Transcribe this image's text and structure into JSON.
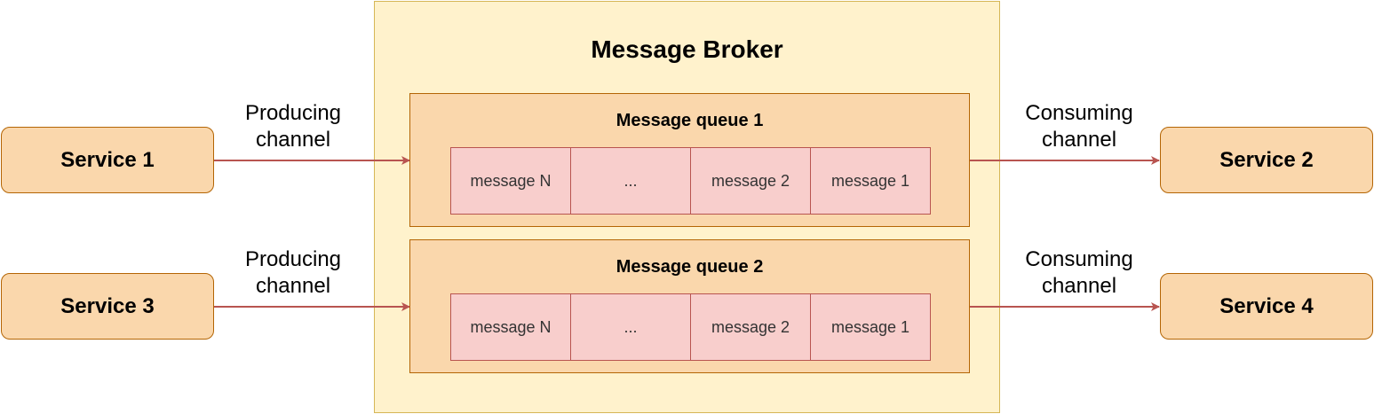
{
  "broker": {
    "title": "Message Broker"
  },
  "queues": [
    {
      "title": "Message queue 1",
      "messages": [
        "message N",
        "...",
        "message 2",
        "message 1"
      ]
    },
    {
      "title": "Message queue 2",
      "messages": [
        "message N",
        "...",
        "message 2",
        "message 1"
      ]
    }
  ],
  "services": {
    "s1": "Service 1",
    "s2": "Service 2",
    "s3": "Service 3",
    "s4": "Service 4"
  },
  "channels": {
    "producing": [
      "Producing",
      "channel"
    ],
    "consuming": [
      "Consuming",
      "channel"
    ]
  },
  "colors": {
    "broker_fill": "#fff2cc",
    "broker_stroke": "#d6b656",
    "queue_fill": "#fad7ac",
    "queue_stroke": "#b46504",
    "message_fill": "#f8cecc",
    "message_stroke": "#b85450",
    "arrow": "#b85450"
  }
}
